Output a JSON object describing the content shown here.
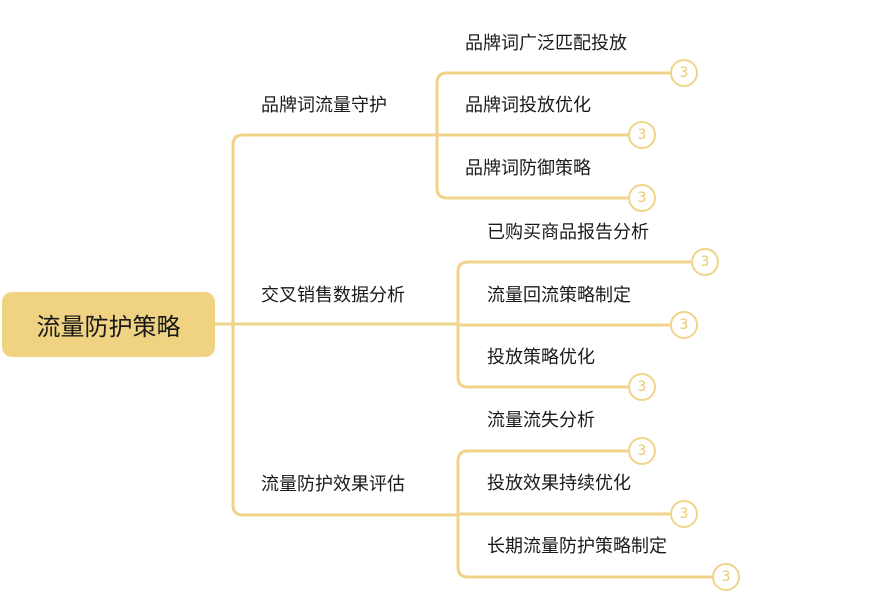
{
  "root": {
    "label": "流量防护策略"
  },
  "branches": [
    {
      "label": "品牌词流量守护",
      "children": [
        {
          "label": "品牌词广泛匹配投放",
          "count": "3"
        },
        {
          "label": "品牌词投放优化",
          "count": "3"
        },
        {
          "label": "品牌词防御策略",
          "count": "3"
        }
      ]
    },
    {
      "label": "交叉销售数据分析",
      "children": [
        {
          "label": "已购买商品报告分析",
          "count": "3"
        },
        {
          "label": "流量回流策略制定",
          "count": "3"
        },
        {
          "label": "投放策略优化",
          "count": "3"
        }
      ]
    },
    {
      "label": "流量防护效果评估",
      "children": [
        {
          "label": "流量流失分析",
          "count": "3"
        },
        {
          "label": "投放效果持续优化",
          "count": "3"
        },
        {
          "label": "长期流量防护策略制定",
          "count": "3"
        }
      ]
    }
  ],
  "colors": {
    "root_fill": "#efd383",
    "line": "#f0d48a"
  }
}
